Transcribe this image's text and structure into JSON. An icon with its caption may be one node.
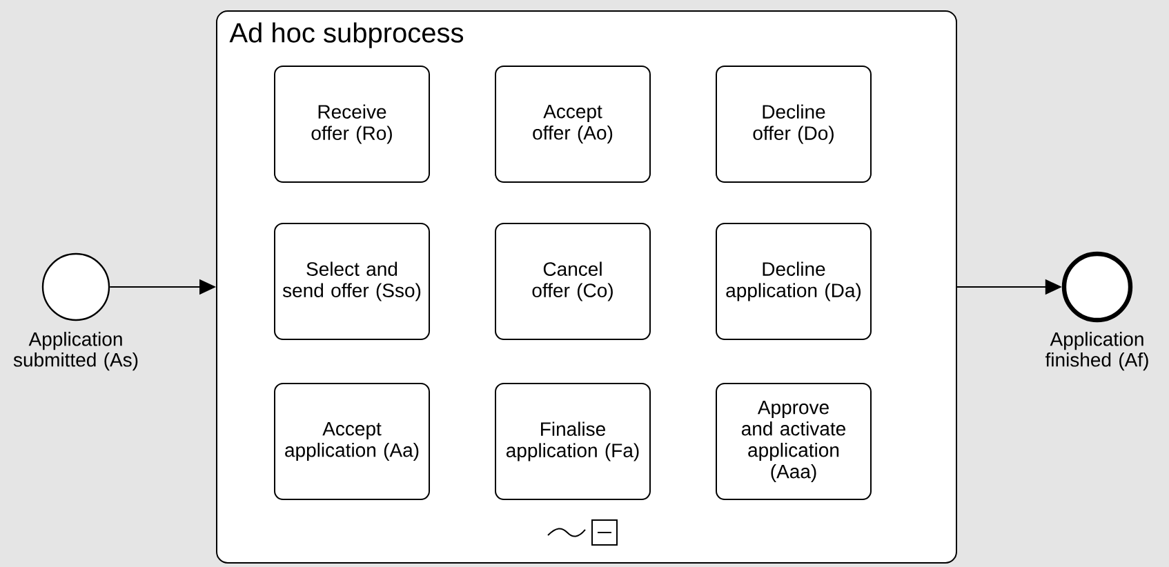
{
  "diagram": {
    "nodes": [
      {
        "text": [],
        "shape": "circle",
        "beside": [
          "Application submitted (As)"
        ]
      },
      {
        "text": [
          "Ad hoc subprocess"
        ]
      },
      {
        "text": [
          "Receive offer (Ro)"
        ],
        "in": 1
      },
      {
        "text": [
          "Accept offer (Ao)"
        ],
        "in": 1
      },
      {
        "text": [
          "Decline offer (Do)"
        ],
        "in": 1
      },
      {
        "text": [
          "Select and send offer (Sso)"
        ],
        "in": 1
      },
      {
        "text": [
          "Cancel offer (Co)"
        ],
        "in": 1
      },
      {
        "text": [
          "Decline application (Da)"
        ],
        "in": 1
      },
      {
        "text": [
          "Accept application (Aa)"
        ],
        "in": 1
      },
      {
        "text": [
          "Finalise application (Fa)"
        ],
        "in": 1
      },
      {
        "text": [
          "Approve and activate application (Aaa)"
        ],
        "in": 1
      },
      {
        "text": [],
        "shape": "circle",
        "beside": [
          "Application finished (Af)"
        ]
      }
    ],
    "edges": [
      {
        "from": 0,
        "to": 1,
        "arrow": "to"
      },
      {
        "from": 1,
        "to": 11,
        "arrow": "to"
      }
    ]
  }
}
